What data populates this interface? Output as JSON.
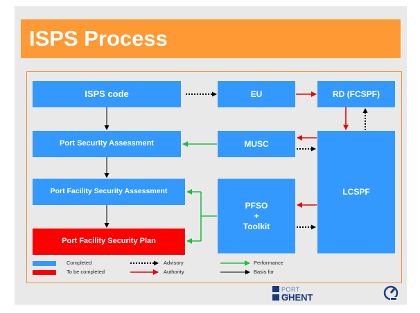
{
  "title": "ISPS Process",
  "boxes": {
    "isps_code": "ISPS code",
    "eu": "EU",
    "rd": "RD (FCSPF)",
    "port_security_assessment": "Port Security Assessment",
    "musc": "MUSC",
    "lcspf": "LCSPF",
    "pfsa": "Port Facility Security Assessment",
    "pfso": "PFSO\n+\nToolkit",
    "pfsp": "Port Facility Security Plan"
  },
  "legend": {
    "completed": "Completed",
    "to_be_completed": "To be completed",
    "advisory": "Advisory",
    "authority": "Authority",
    "performance": "Performance",
    "basis_for": "Basis for"
  },
  "logo": {
    "line1": "PORT OF",
    "line2": "GHENT"
  },
  "colors": {
    "completed": "#3399ff",
    "to_be_completed": "#ff0000",
    "title_bar": "#ff9933",
    "performance": "#22bb44",
    "authority": "#ee0000",
    "advisory": "#000000"
  }
}
